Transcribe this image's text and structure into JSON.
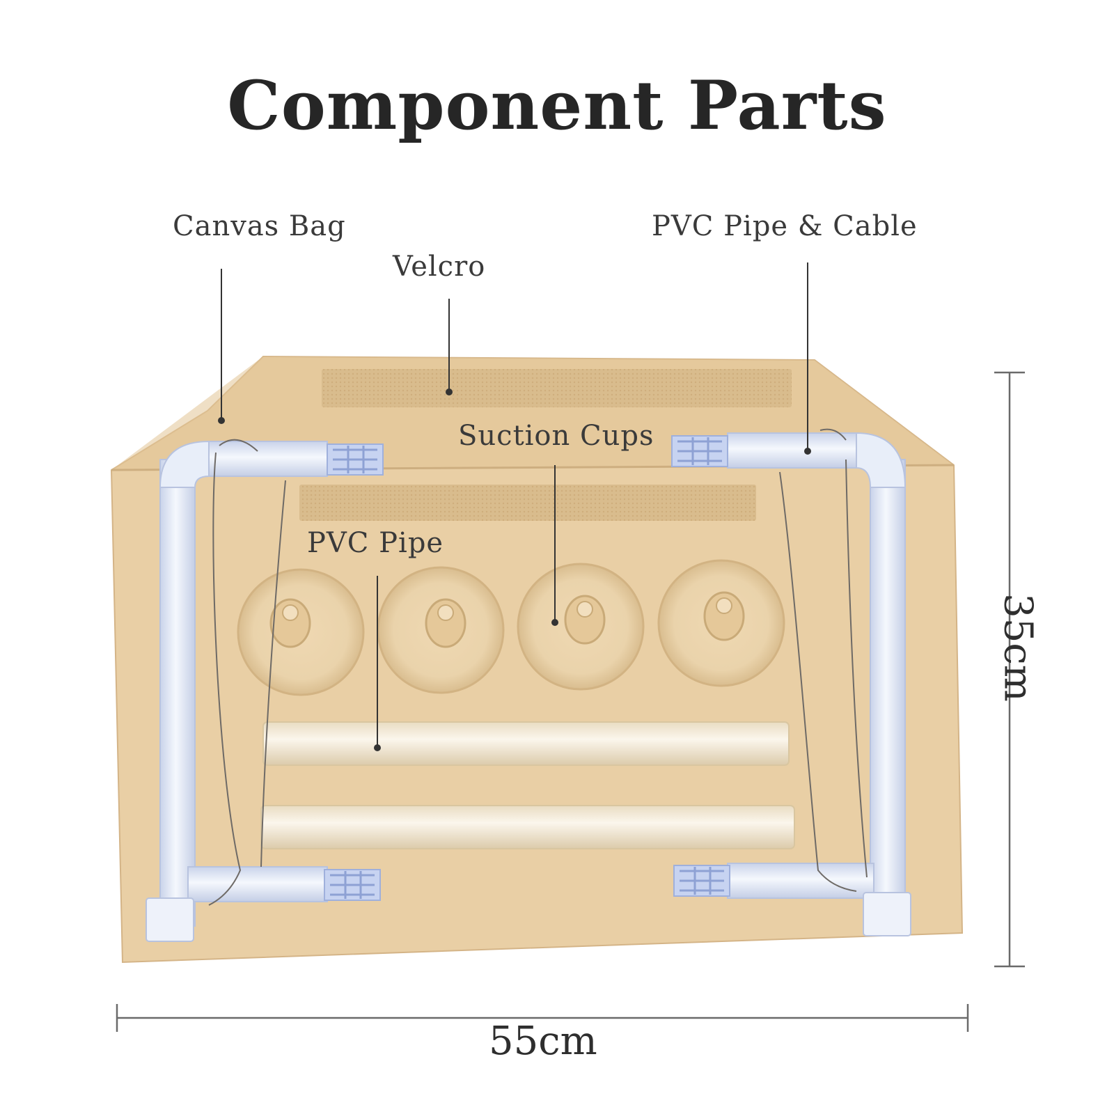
{
  "title": "Component Parts",
  "labels": {
    "canvas_bag": "Canvas Bag",
    "velcro": "Velcro",
    "pvc_pipe_cable": "PVC Pipe & Cable",
    "suction_cups": "Suction Cups",
    "pvc_pipe": "PVC Pipe"
  },
  "dimensions": {
    "width": "55cm",
    "height": "35cm"
  },
  "colors": {
    "canvas": "#e8cda3",
    "velcro": "#d8b98a",
    "frame_pipe": "#e6ecf7",
    "straight_pipe": "#f3ead8",
    "leader_line": "#333333"
  }
}
